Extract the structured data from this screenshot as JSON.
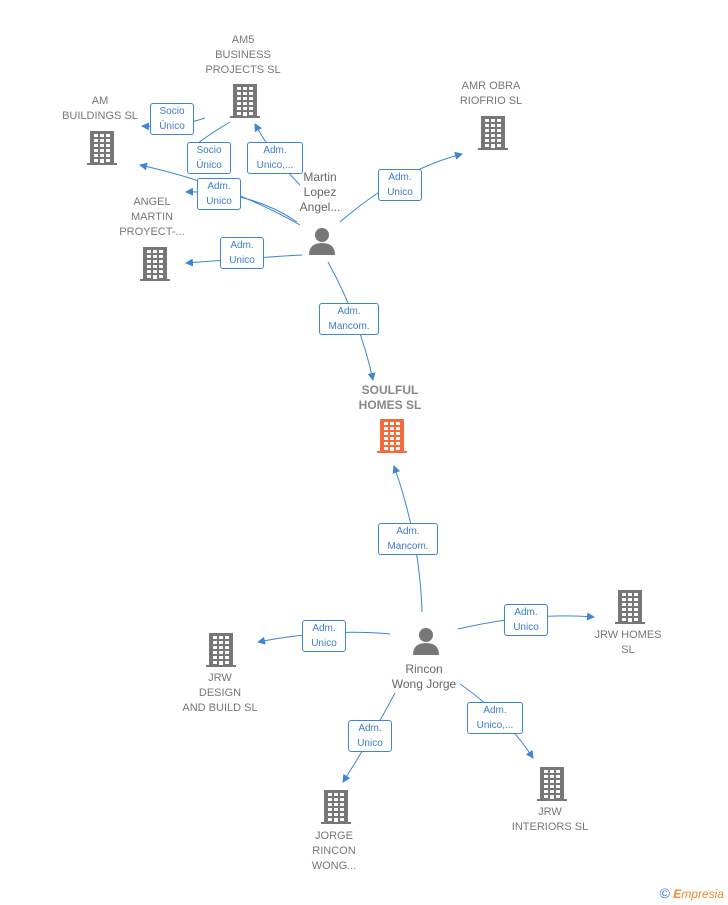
{
  "colors": {
    "edge": "#3d85d6",
    "company": "#777777",
    "focus_company": "#f26b3a",
    "person": "#777777"
  },
  "companies": {
    "am5": "AM5\nBUSINESS\nPROJECTS  SL",
    "am_buildings": "AM\nBUILDINGS  SL",
    "amr_obra": "AMR OBRA\nRIOFRIO SL",
    "angel_martin": "ANGEL\nMARTIN\nPROYECT-...",
    "soulful": "SOULFUL\nHOMES  SL",
    "jrw_homes": "JRW HOMES\nSL",
    "jrw_design": "JRW\nDESIGN\nAND BUILD  SL",
    "jorge_rincon": "JORGE\nRINCON\nWONG...",
    "jrw_interiors": "JRW\nINTERIORS  SL"
  },
  "people": {
    "martin": "Martin\nLopez\nAngel...",
    "rincon": "Rincon\nWong Jorge"
  },
  "edges": {
    "socio_unico_1": "Socio\nÚnico",
    "socio_unico_2": "Socio\nÚnico",
    "adm_unico_am5": "Adm.\nUnico,...",
    "adm_unico_angel1": "Adm.\nUnico",
    "adm_unico_amr": "Adm.\nUnico",
    "adm_unico_angel2": "Adm.\nUnico",
    "adm_mancom_martin": "Adm.\nMancom.",
    "adm_mancom_rincon": "Adm.\nMancom.",
    "adm_unico_jrw_homes": "Adm.\nUnico",
    "adm_unico_jrw_design": "Adm.\nUnico",
    "adm_unico_jorge": "Adm.\nUnico",
    "adm_unico_interiors": "Adm.\nUnico,..."
  },
  "watermark": {
    "symbol": "©",
    "brand_initial": "E",
    "brand_rest": "mpresia"
  }
}
